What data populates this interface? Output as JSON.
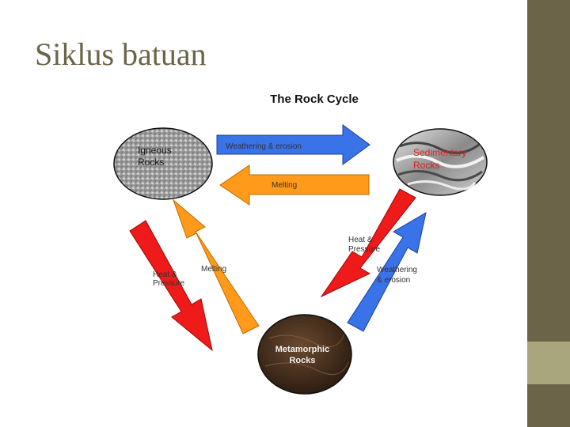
{
  "slide": {
    "title": "Siklus batuan"
  },
  "diagram": {
    "title": "The Rock Cycle",
    "rocks": {
      "igneous": [
        "Igneous",
        "Rocks"
      ],
      "sedimentary": [
        "Sedimentary",
        "Rocks"
      ],
      "metamorphic": [
        "Metamorphic",
        "Rocks"
      ]
    },
    "arrows": {
      "top_right": "Weathering & erosion",
      "top_left": "Melting",
      "left_red": [
        "Heat &",
        "Pressure"
      ],
      "left_orange": "Melting",
      "right_red": [
        "Heat &",
        "Pressure"
      ],
      "right_blue": [
        "Weathering",
        "& erosion"
      ]
    },
    "colors": {
      "blue": "#3a72e8",
      "orange": "#ff9a1a",
      "red": "#ef1a1a"
    }
  }
}
